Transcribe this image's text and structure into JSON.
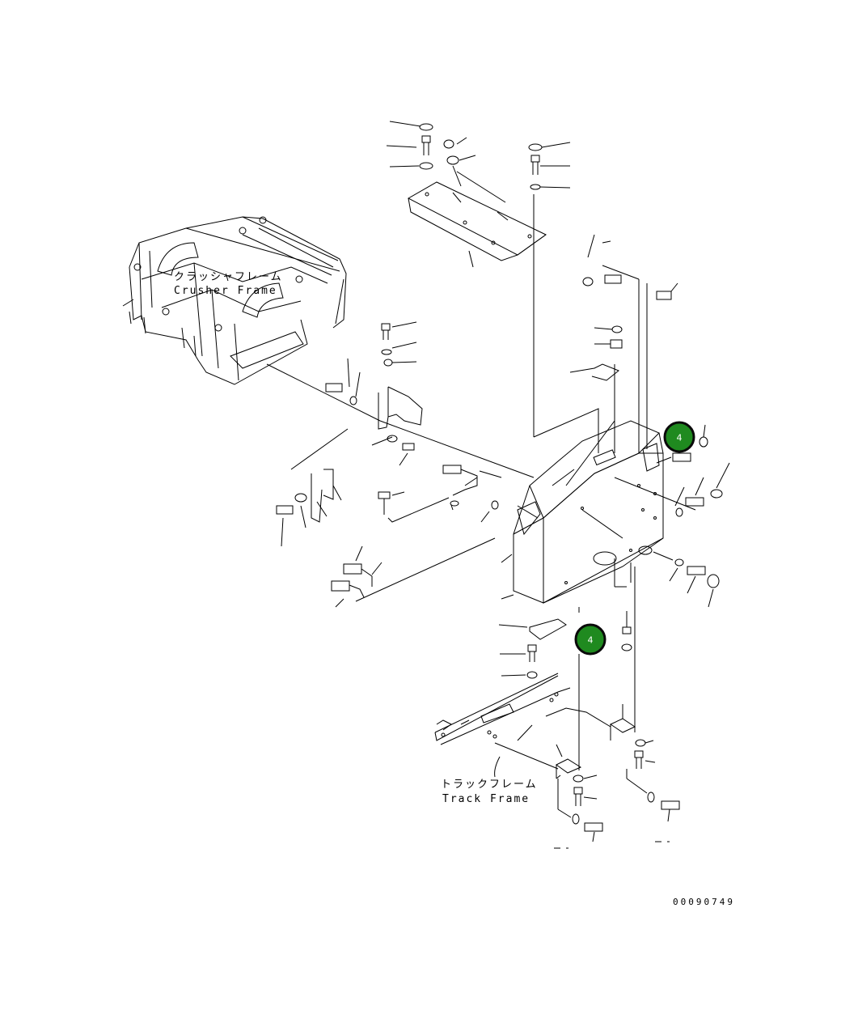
{
  "labels": {
    "crusher_frame_jp": "クラッシャフレーム",
    "crusher_frame_en": "Crusher Frame",
    "track_frame_jp": "トラックフレーム",
    "track_frame_en": "Track Frame"
  },
  "callouts": [
    {
      "number": "4"
    },
    {
      "number": "4"
    }
  ],
  "drawing_number": "00090749",
  "colors": {
    "callout_fill": "#1f8a1f",
    "callout_border": "#0a0a0a",
    "line": "#000000"
  }
}
